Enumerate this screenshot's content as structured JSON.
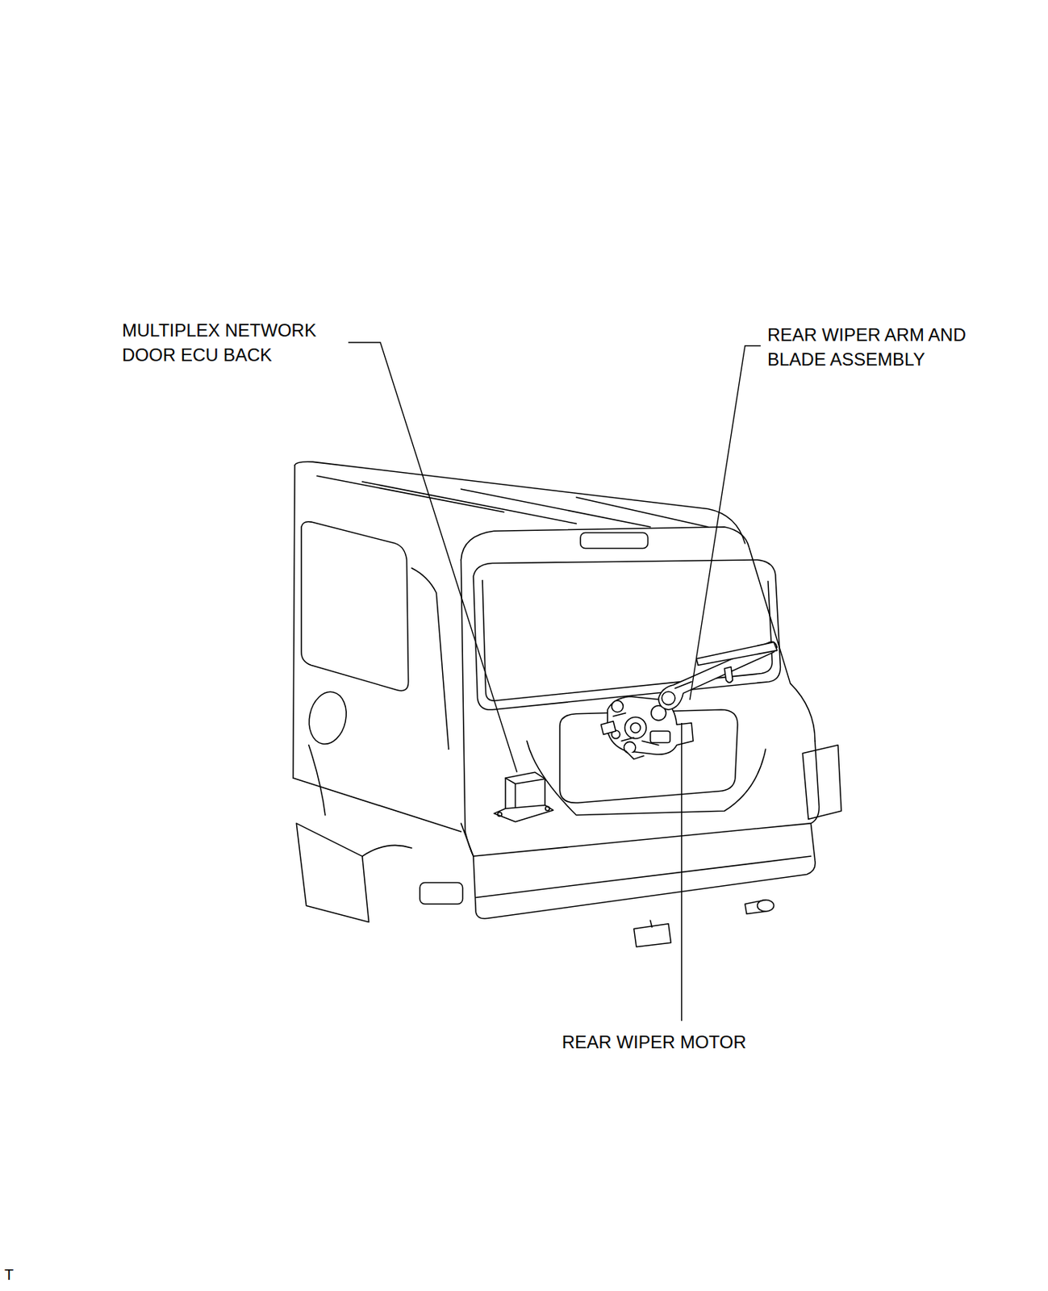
{
  "diagram": {
    "labels": [
      "MULTIPLEX NETWORK DOOR ECU BACK",
      "REAR WIPER ARM AND BLADE ASSEMBLY",
      "REAR WIPER MOTOR",
      "T"
    ]
  }
}
